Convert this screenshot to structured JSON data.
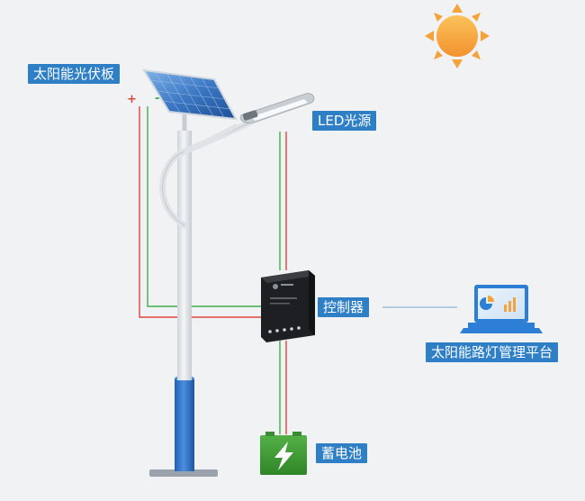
{
  "labels": {
    "solar_panel": "太阳能光伏板",
    "led_source": "LED光源",
    "controller": "控制器",
    "management_platform": "太阳能路灯管理平台",
    "battery": "蓄电池"
  },
  "panel_terminals": {
    "positive": "+",
    "negative": "-"
  },
  "colors": {
    "label_background": "#2e7fc6",
    "label_text": "#ffffff",
    "wire_positive": "#e0443a",
    "wire_negative": "#3db04a",
    "connection_line": "#8fb6d6",
    "pole_white": "#e6e9ec",
    "pole_blue": "#2e6fc6",
    "sun": "#f6a23a",
    "battery": "#3f9a34",
    "laptop_frame": "#2c7fd4",
    "background": "#f1f2f4"
  },
  "icons": {
    "sun": "sun-icon",
    "solar_panel": "solar-panel-icon",
    "led_lamp": "led-lamp-icon",
    "controller": "controller-box-icon",
    "battery": "battery-lightning-icon",
    "laptop": "laptop-chart-icon"
  }
}
